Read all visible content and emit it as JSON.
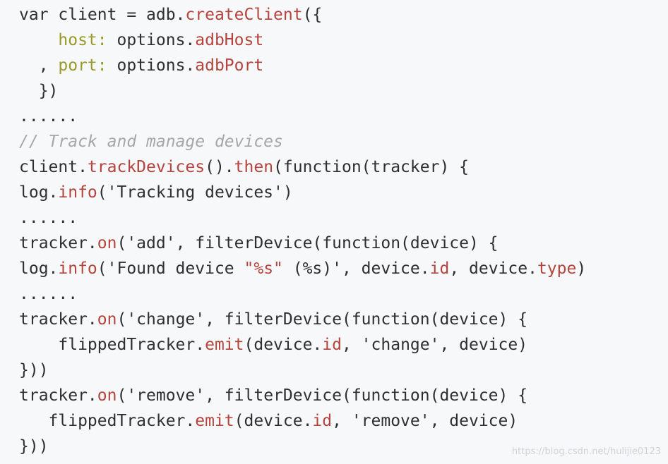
{
  "code": {
    "language": "javascript",
    "lines": [
      [
        {
          "t": "var client = adb.",
          "c": "p"
        },
        {
          "t": "createClient",
          "c": "f"
        },
        {
          "t": "({",
          "c": "p"
        }
      ],
      [
        {
          "t": "    ",
          "c": "p"
        },
        {
          "t": "host:",
          "c": "k"
        },
        {
          "t": " options.",
          "c": "p"
        },
        {
          "t": "adbHost",
          "c": "f"
        }
      ],
      [
        {
          "t": "  , ",
          "c": "p"
        },
        {
          "t": "port:",
          "c": "k"
        },
        {
          "t": " options.",
          "c": "p"
        },
        {
          "t": "adbPort",
          "c": "f"
        }
      ],
      [
        {
          "t": "  })",
          "c": "p"
        }
      ],
      [
        {
          "t": "......",
          "c": "p"
        }
      ],
      [
        {
          "t": "// Track and manage devices",
          "c": "c"
        }
      ],
      [
        {
          "t": "client.",
          "c": "p"
        },
        {
          "t": "trackDevices",
          "c": "f"
        },
        {
          "t": "().",
          "c": "p"
        },
        {
          "t": "then",
          "c": "f"
        },
        {
          "t": "(function(tracker) {",
          "c": "p"
        }
      ],
      [
        {
          "t": "log.",
          "c": "p"
        },
        {
          "t": "info",
          "c": "f"
        },
        {
          "t": "('Tracking devices')",
          "c": "p"
        }
      ],
      [
        {
          "t": "......",
          "c": "p"
        }
      ],
      [
        {
          "t": "tracker.",
          "c": "p"
        },
        {
          "t": "on",
          "c": "f"
        },
        {
          "t": "('add', filterDevice(function(device) {",
          "c": "p"
        }
      ],
      [
        {
          "t": "log.",
          "c": "p"
        },
        {
          "t": "info",
          "c": "f"
        },
        {
          "t": "('Found device ",
          "c": "p"
        },
        {
          "t": "\"%s\"",
          "c": "s"
        },
        {
          "t": " (%s)', device.",
          "c": "p"
        },
        {
          "t": "id",
          "c": "f"
        },
        {
          "t": ", device.",
          "c": "p"
        },
        {
          "t": "type",
          "c": "f"
        },
        {
          "t": ")",
          "c": "p"
        }
      ],
      [
        {
          "t": "......",
          "c": "p"
        }
      ],
      [
        {
          "t": "tracker.",
          "c": "p"
        },
        {
          "t": "on",
          "c": "f"
        },
        {
          "t": "('change', filterDevice(function(device) {",
          "c": "p"
        }
      ],
      [
        {
          "t": "    flippedTracker.",
          "c": "p"
        },
        {
          "t": "emit",
          "c": "f"
        },
        {
          "t": "(device.",
          "c": "p"
        },
        {
          "t": "id",
          "c": "f"
        },
        {
          "t": ", 'change', device)",
          "c": "p"
        }
      ],
      [
        {
          "t": "}))",
          "c": "p"
        }
      ],
      [
        {
          "t": "tracker.",
          "c": "p"
        },
        {
          "t": "on",
          "c": "f"
        },
        {
          "t": "('remove', filterDevice(function(device) {",
          "c": "p"
        }
      ],
      [
        {
          "t": "   flippedTracker.",
          "c": "p"
        },
        {
          "t": "emit",
          "c": "f"
        },
        {
          "t": "(device.",
          "c": "p"
        },
        {
          "t": "id",
          "c": "f"
        },
        {
          "t": ", 'remove', device)",
          "c": "p"
        }
      ],
      [
        {
          "t": "}))",
          "c": "p"
        }
      ]
    ]
  },
  "colors": {
    "background": "#f6f8fa",
    "plain": "#2f2f2f",
    "function_property": "#b5443c",
    "object_key": "#9a9a2a",
    "comment": "#a7a7a7",
    "string": "#b5443c"
  },
  "watermark": {
    "text": "https://blog.csdn.net/hulijie0123"
  }
}
